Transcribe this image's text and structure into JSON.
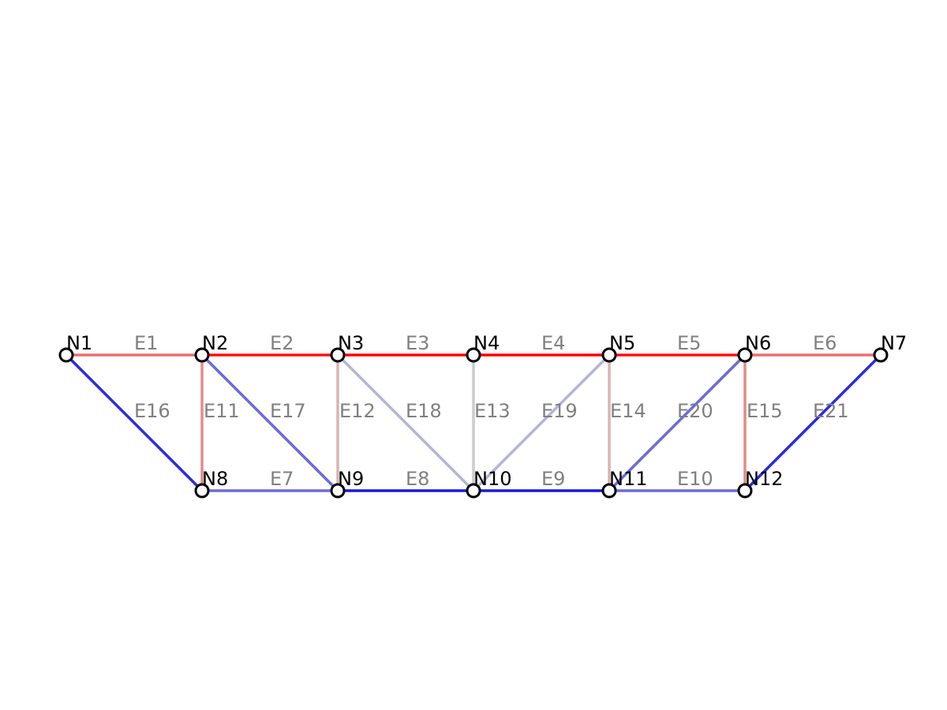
{
  "diagram": {
    "nodes": [
      {
        "id": "N1",
        "label": "N1"
      },
      {
        "id": "N2",
        "label": "N2"
      },
      {
        "id": "N3",
        "label": "N3"
      },
      {
        "id": "N4",
        "label": "N4"
      },
      {
        "id": "N5",
        "label": "N5"
      },
      {
        "id": "N6",
        "label": "N6"
      },
      {
        "id": "N7",
        "label": "N7"
      },
      {
        "id": "N8",
        "label": "N8"
      },
      {
        "id": "N9",
        "label": "N9"
      },
      {
        "id": "N10",
        "label": "N10"
      },
      {
        "id": "N11",
        "label": "N11"
      },
      {
        "id": "N12",
        "label": "N12"
      }
    ],
    "elements": [
      {
        "label": "E1",
        "from": "N1",
        "to": "N2",
        "color": "#e87070"
      },
      {
        "label": "E2",
        "from": "N2",
        "to": "N3",
        "color": "#ff1010"
      },
      {
        "label": "E3",
        "from": "N3",
        "to": "N4",
        "color": "#ff0000"
      },
      {
        "label": "E4",
        "from": "N4",
        "to": "N5",
        "color": "#ff0000"
      },
      {
        "label": "E5",
        "from": "N5",
        "to": "N6",
        "color": "#ff1010"
      },
      {
        "label": "E6",
        "from": "N6",
        "to": "N7",
        "color": "#e87070"
      },
      {
        "label": "E7",
        "from": "N8",
        "to": "N9",
        "color": "#6a6adc"
      },
      {
        "label": "E8",
        "from": "N9",
        "to": "N10",
        "color": "#1818e0"
      },
      {
        "label": "E9",
        "from": "N10",
        "to": "N11",
        "color": "#1818e0"
      },
      {
        "label": "E10",
        "from": "N11",
        "to": "N12",
        "color": "#6a6adc"
      },
      {
        "label": "E11",
        "from": "N2",
        "to": "N8",
        "color": "#e08c8c"
      },
      {
        "label": "E12",
        "from": "N3",
        "to": "N9",
        "color": "#d8b4b4"
      },
      {
        "label": "E13",
        "from": "N4",
        "to": "N10",
        "color": "#cccccc"
      },
      {
        "label": "E14",
        "from": "N5",
        "to": "N11",
        "color": "#d8b4b4"
      },
      {
        "label": "E15",
        "from": "N6",
        "to": "N12",
        "color": "#e08c8c"
      },
      {
        "label": "E16",
        "from": "N1",
        "to": "N8",
        "color": "#2a2ae0"
      },
      {
        "label": "E17",
        "from": "N2",
        "to": "N9",
        "color": "#6a6adc"
      },
      {
        "label": "E18",
        "from": "N3",
        "to": "N10",
        "color": "#b4b4d8"
      },
      {
        "label": "E19",
        "from": "N5",
        "to": "N10",
        "color": "#b4b4d8"
      },
      {
        "label": "E20",
        "from": "N6",
        "to": "N11",
        "color": "#6a6adc"
      },
      {
        "label": "E21",
        "from": "N7",
        "to": "N12",
        "color": "#2a2ae0"
      }
    ]
  }
}
